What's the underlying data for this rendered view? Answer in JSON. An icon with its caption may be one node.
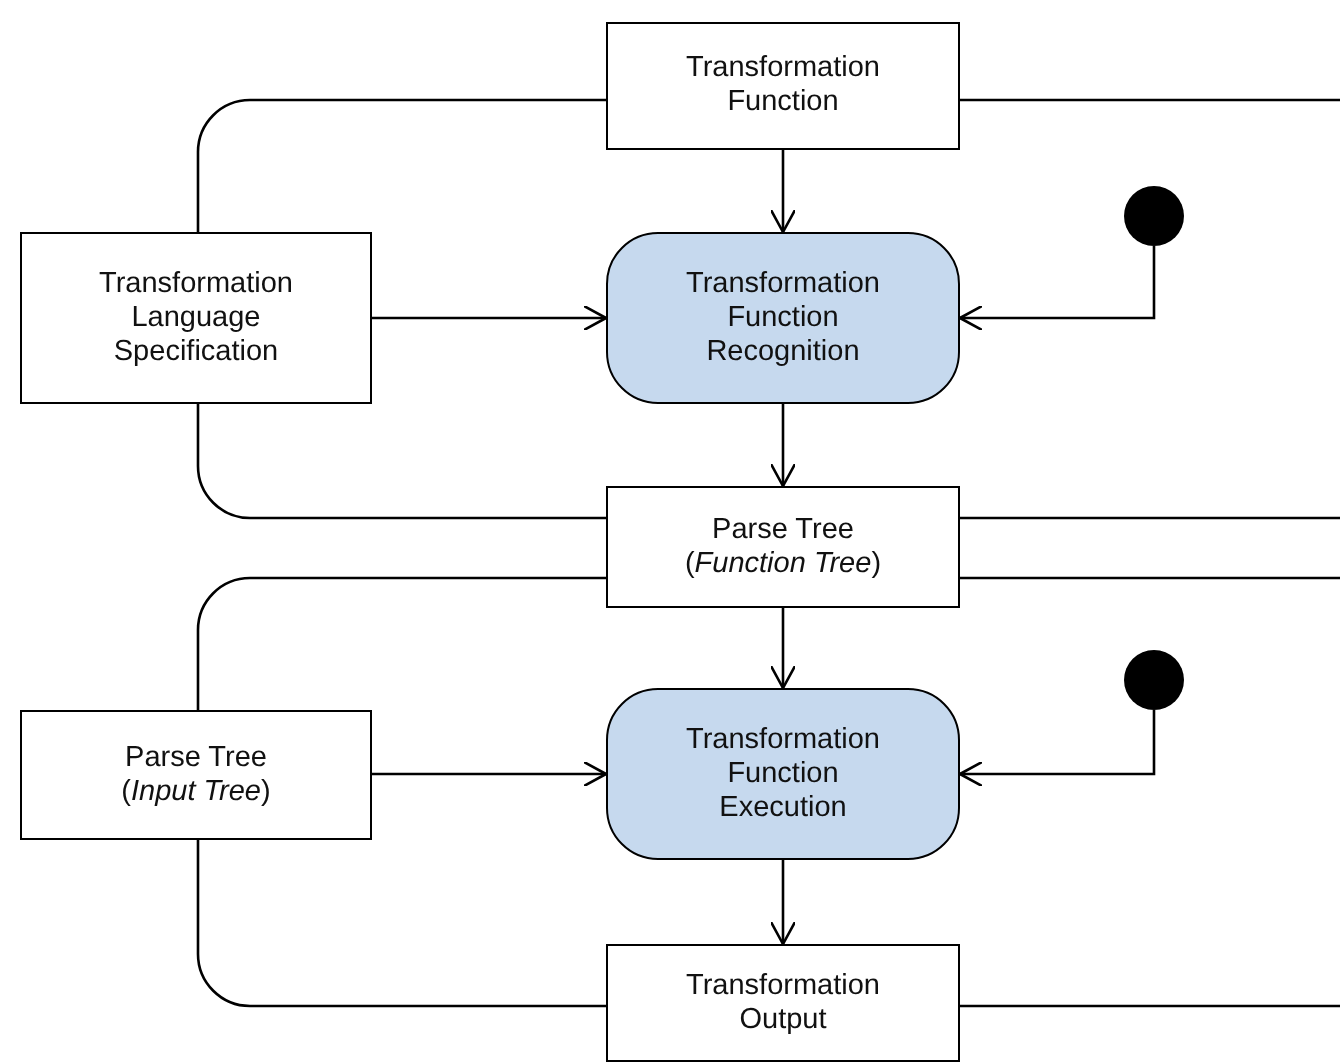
{
  "diagram": {
    "nodes": [
      {
        "text": [
          "Transformation Function"
        ]
      },
      {
        "text": [
          "Transformation Language Specification"
        ]
      },
      {
        "text": [
          "Transformation Function Recognition"
        ]
      },
      {
        "text": [],
        "shape": "circle"
      },
      {
        "text": [
          "Parse Tree (*Function Tree*)"
        ]
      },
      {
        "text": [
          "Parse Tree (*Input Tree*)"
        ]
      },
      {
        "text": [
          "Transformation Function Execution"
        ]
      },
      {
        "text": [],
        "shape": "circle"
      },
      {
        "text": [
          "Transformation Output"
        ]
      }
    ],
    "edges": [
      {
        "from": 0,
        "to": 2,
        "arrow": "to"
      },
      {
        "from": 1,
        "to": 2,
        "arrow": "to"
      },
      {
        "from": 3,
        "to": 2,
        "arrow": "to"
      },
      {
        "from": 2,
        "to": 4,
        "arrow": "to"
      },
      {
        "from": 4,
        "to": 6,
        "arrow": "to"
      },
      {
        "from": 5,
        "to": 6,
        "arrow": "to"
      },
      {
        "from": 7,
        "to": 6,
        "arrow": "to"
      },
      {
        "from": 6,
        "to": 8,
        "arrow": "to"
      }
    ]
  }
}
